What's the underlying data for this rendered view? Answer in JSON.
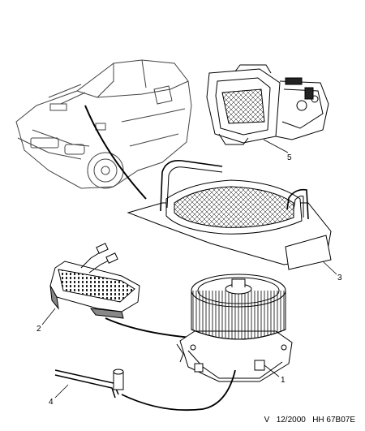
{
  "callouts": {
    "c1": "1",
    "c2": "2",
    "c3": "3",
    "c4": "4",
    "c5": "5"
  },
  "footer": {
    "version": "V",
    "date": "12/2000",
    "reference": "HH 67B07E"
  },
  "parts": [
    {
      "callout": "1",
      "item": "blower-motor-fan"
    },
    {
      "callout": "2",
      "item": "resistor-module"
    },
    {
      "callout": "3",
      "item": "pollen-filter-housing"
    },
    {
      "callout": "4",
      "item": "wiring-harness"
    },
    {
      "callout": "5",
      "item": "heater-unit-module"
    }
  ]
}
